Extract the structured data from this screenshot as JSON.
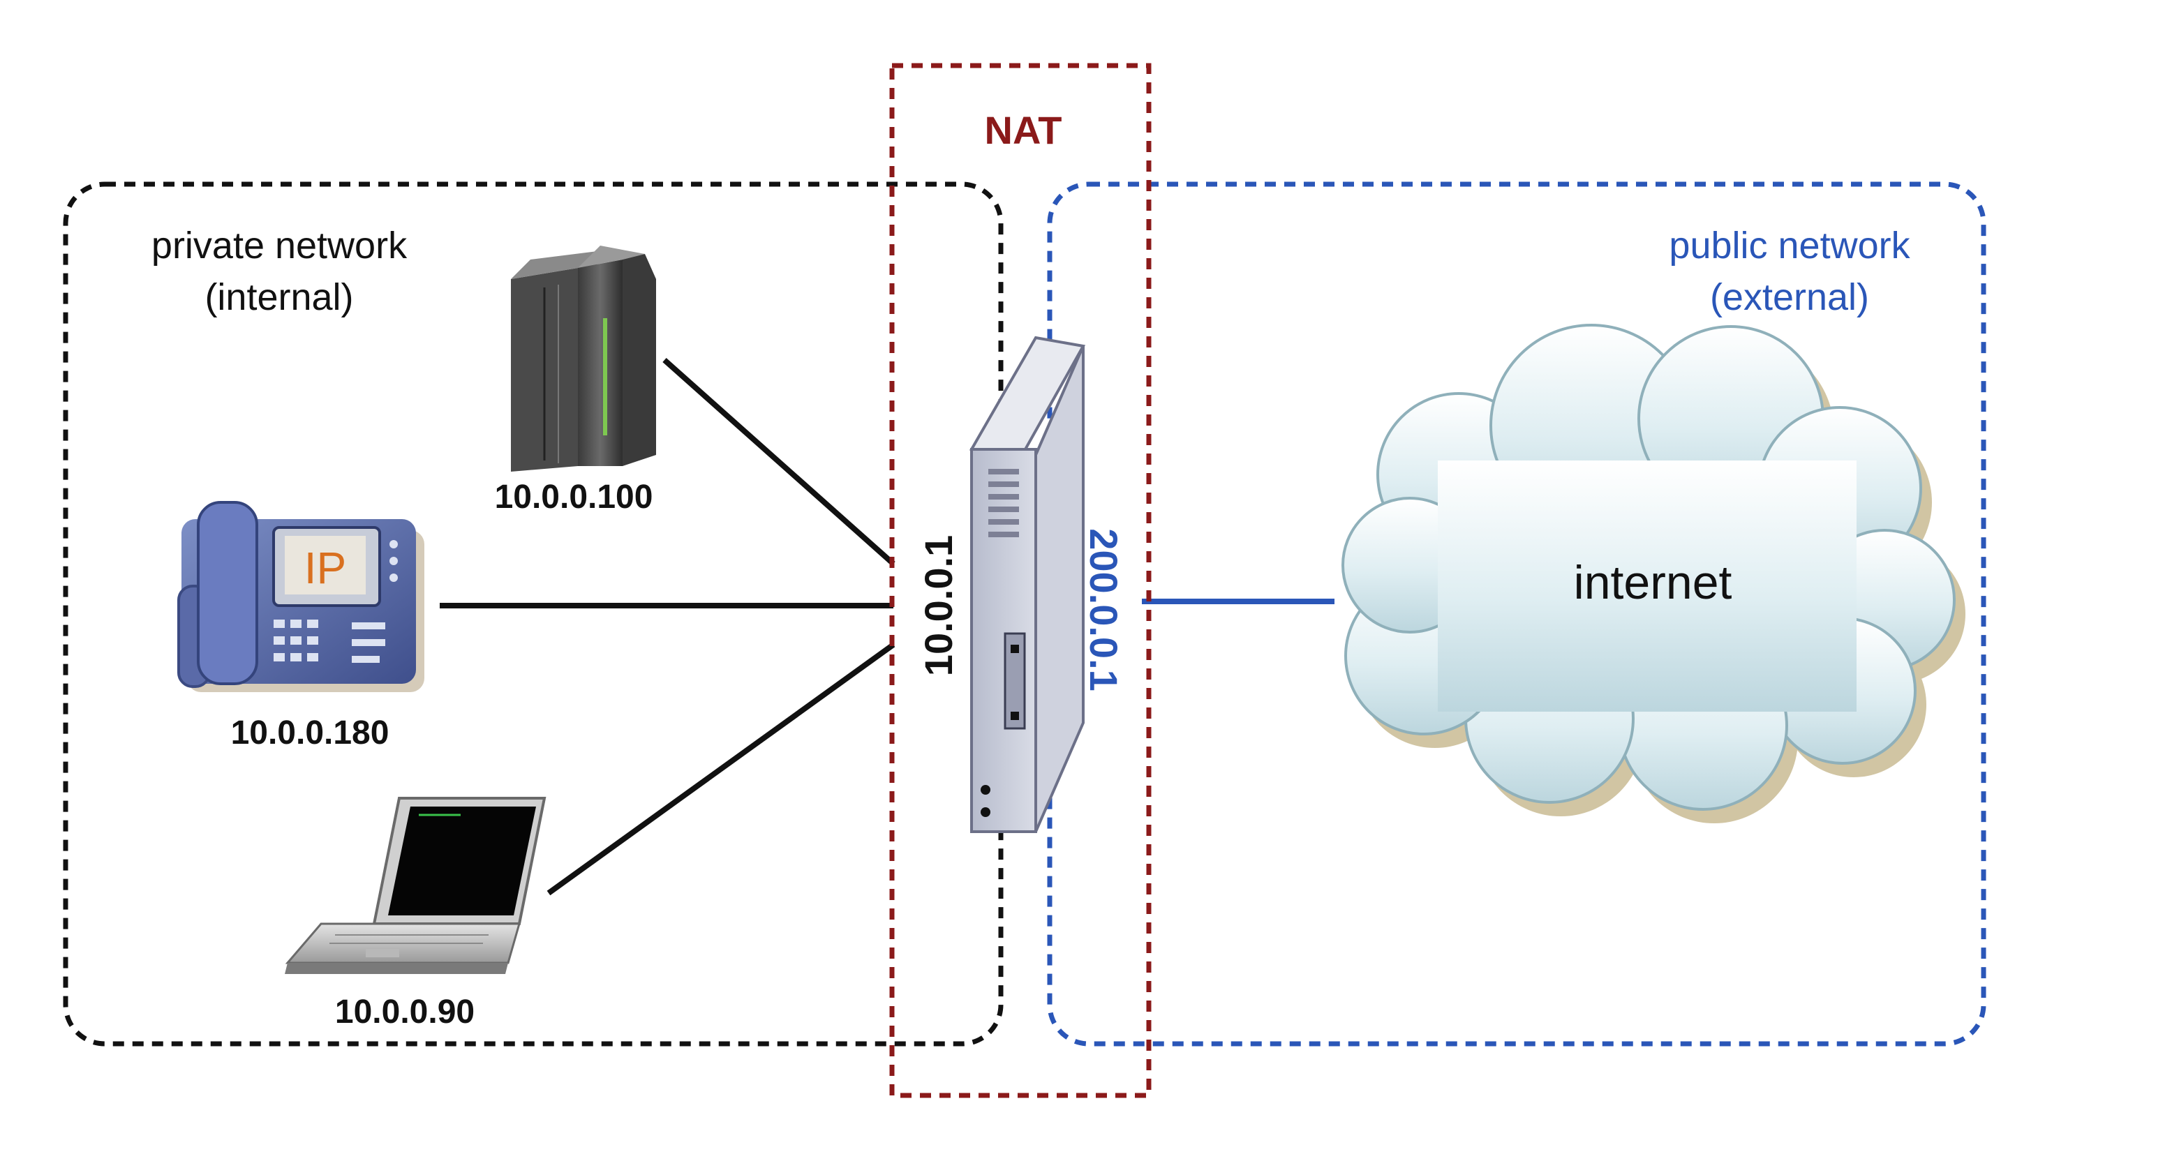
{
  "nat": {
    "label": "NAT",
    "color": "#8b1a1a"
  },
  "private_network": {
    "title_line1": "private network",
    "title_line2": "(internal)",
    "color": "#111111"
  },
  "public_network": {
    "title_line1": "public network",
    "title_line2": "(external)",
    "color": "#2a56b8"
  },
  "router": {
    "internal_ip": "10.0.0.1",
    "external_ip": "200.0.0.1"
  },
  "devices": [
    {
      "name": "server",
      "ip": "10.0.0.100",
      "icon": "server-rack-icon"
    },
    {
      "name": "ip-phone",
      "ip": "10.0.0.180",
      "icon": "ip-phone-icon",
      "screen_text": "IP"
    },
    {
      "name": "laptop",
      "ip": "10.0.0.90",
      "icon": "laptop-icon"
    }
  ],
  "cloud": {
    "label": "internet",
    "icon": "cloud-icon"
  }
}
